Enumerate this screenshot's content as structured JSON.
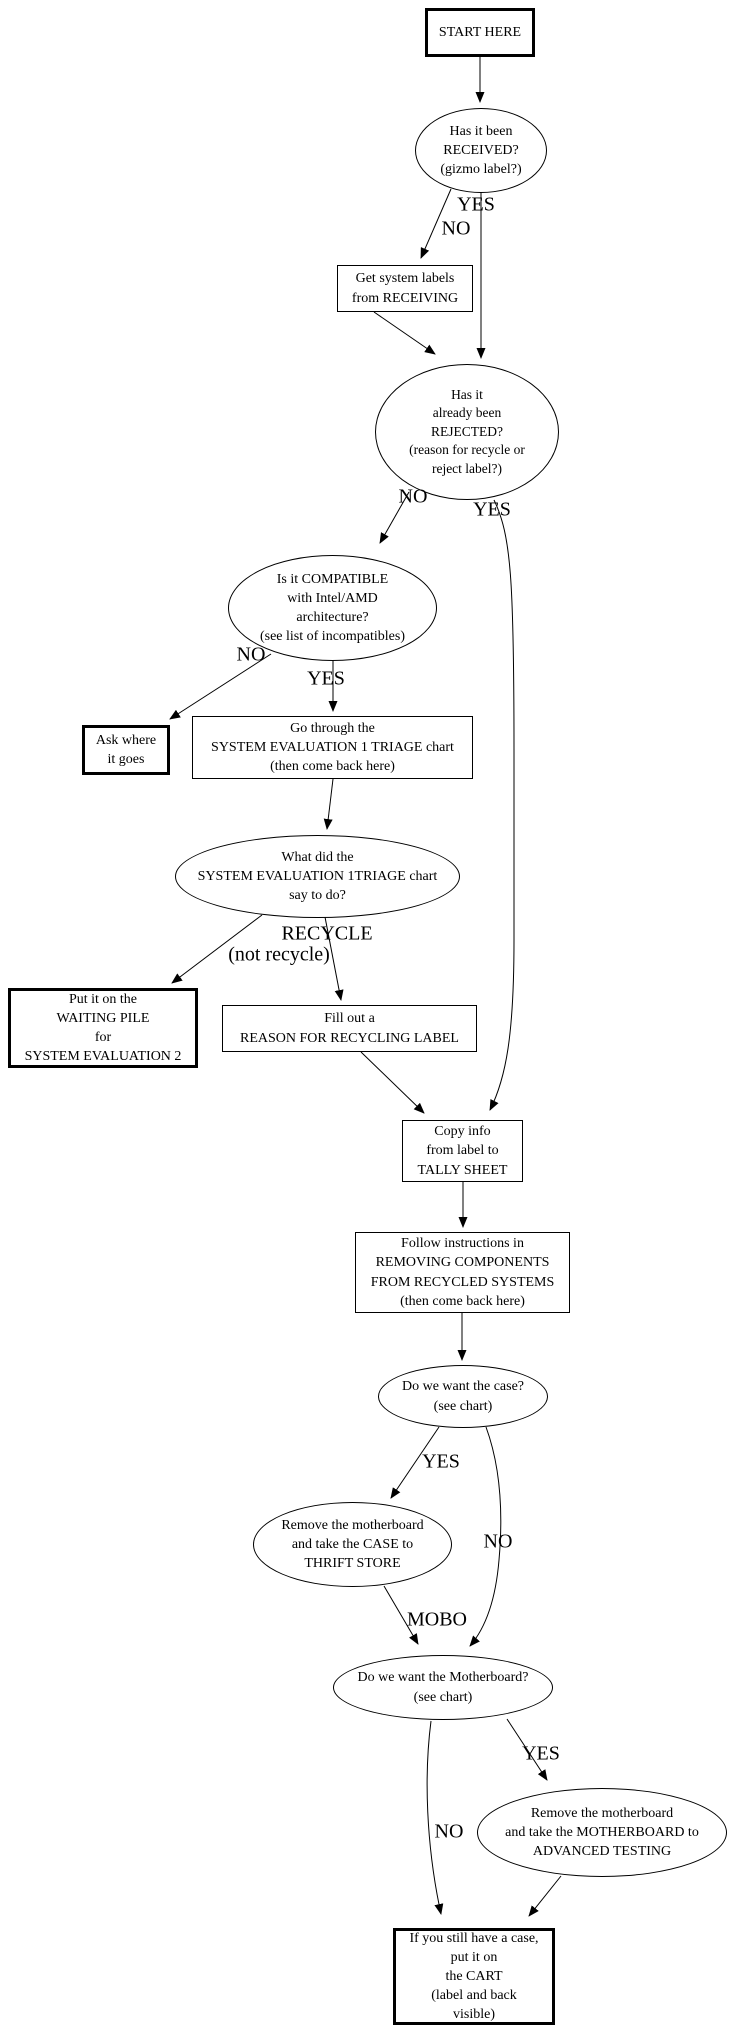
{
  "diagram": {
    "kind": "flowchart",
    "background": "#ffffff",
    "line_color": "#000000"
  },
  "nodes": {
    "start": {
      "label": "START HERE"
    },
    "received": {
      "label": "Has it been\nRECEIVED?\n(gizmo label?)"
    },
    "get_labels": {
      "label": "Get system labels\nfrom RECEIVING"
    },
    "rejected": {
      "label": "Has it\nalready been\nREJECTED?\n(reason for recycle or\nreject label?)"
    },
    "compatible": {
      "label": "Is it COMPATIBLE\nwith Intel/AMD\narchitecture?\n(see list of incompatibles)"
    },
    "ask_where": {
      "label": "Ask where\nit goes"
    },
    "triage": {
      "label": "Go through the\nSYSTEM EVALUATION 1 TRIAGE chart\n(then come back here)"
    },
    "what_did": {
      "label": "What did the\nSYSTEM EVALUATION 1TRIAGE chart\nsay to do?"
    },
    "waiting_pile": {
      "label": "Put it on the\nWAITING PILE\nfor\nSYSTEM EVALUATION 2"
    },
    "fill_out": {
      "label": "Fill out a\nREASON FOR RECYCLING LABEL"
    },
    "copy_info": {
      "label": "Copy info\nfrom label to\nTALLY SHEET"
    },
    "follow": {
      "label": "Follow instructions in\nREMOVING COMPONENTS\nFROM RECYCLED SYSTEMS\n(then come back here)"
    },
    "want_case": {
      "label": "Do we want the case?\n(see chart)"
    },
    "thrift": {
      "label": "Remove the motherboard\nand take the CASE to\nTHRIFT STORE"
    },
    "want_mobo": {
      "label": "Do we want the Motherboard?\n(see chart)"
    },
    "adv_testing": {
      "label": "Remove the motherboard\nand take the MOTHERBOARD to\nADVANCED TESTING"
    },
    "cart": {
      "label": "If you still have a case,\nput it on\nthe CART\n(label and back\nvisible)"
    }
  },
  "edge_labels": {
    "received_yes": "YES",
    "received_no": "NO",
    "rejected_no": "NO",
    "rejected_yes": "YES",
    "compatible_no": "NO",
    "compatible_yes": "YES",
    "recycle": "RECYCLE",
    "not_recycle": "(not recycle)",
    "case_yes": "YES",
    "case_no": "NO",
    "mobo": "MOBO",
    "mobo_yes": "YES",
    "mobo_no": "NO"
  }
}
